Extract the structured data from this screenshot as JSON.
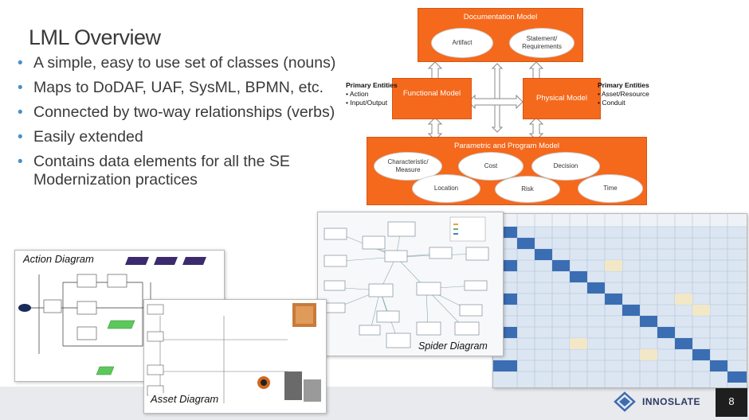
{
  "slide": {
    "title": "LML Overview",
    "bullets": [
      "A simple, easy to use set of classes (nouns)",
      "Maps to DoDAF, UAF, SysML, BPMN, etc.",
      "Connected by two-way relationships (verbs)",
      "Easily extended",
      "Contains data elements for all the SE Modernization practices"
    ],
    "page_number": "8"
  },
  "model": {
    "documentation": {
      "title": "Documentation Model",
      "items": [
        "Artifact",
        "Statement/ Requirements"
      ]
    },
    "functional": {
      "title": "Functional Model"
    },
    "physical": {
      "title": "Physical Model"
    },
    "parametric": {
      "title": "Parametric and Program Model",
      "items": [
        "Characteristic/ Measure",
        "Cost",
        "Decision",
        "Location",
        "Risk",
        "Time"
      ]
    },
    "left_entities": {
      "heading": "Primary Entities",
      "items": [
        "Action",
        "Input/Output"
      ]
    },
    "right_entities": {
      "heading": "Primary Entities",
      "items": [
        "Asset/Resource",
        "Conduit"
      ]
    }
  },
  "screenshots": {
    "action": "Action Diagram",
    "asset": "Asset Diagram",
    "spider": "Spider Diagram"
  },
  "brand": {
    "name": "INNOSLATE",
    "accent": "#f4691c",
    "bullet_color": "#4a90c8"
  }
}
